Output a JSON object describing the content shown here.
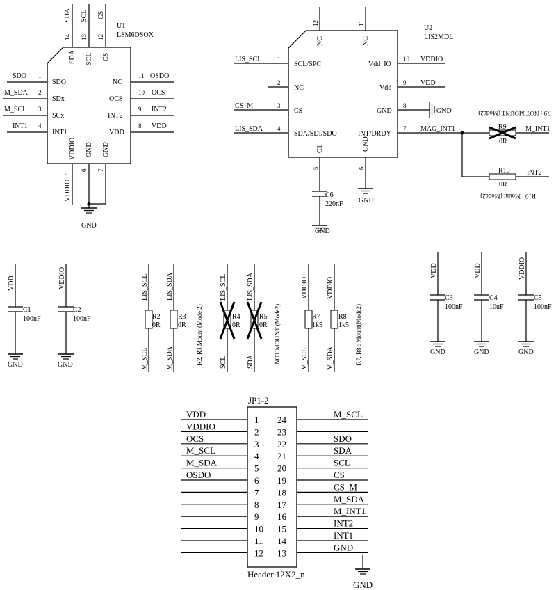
{
  "u1": {
    "ref": "U1",
    "part": "LSM6DSOX",
    "left": [
      {
        "num": "1",
        "pin": "SDO",
        "net": "SDO"
      },
      {
        "num": "2",
        "pin": "SDx",
        "net": "M_SDA"
      },
      {
        "num": "3",
        "pin": "SCx",
        "net": "M_SCL"
      },
      {
        "num": "4",
        "pin": "INT1",
        "net": "INT1"
      }
    ],
    "right": [
      {
        "num": "11",
        "pin": "NC",
        "net": "OSDO"
      },
      {
        "num": "10",
        "pin": "OCS",
        "net": "OCS"
      },
      {
        "num": "9",
        "pin": "INT2",
        "net": "INT2"
      },
      {
        "num": "8",
        "pin": "VDD",
        "net": "VDD"
      }
    ],
    "top": [
      {
        "num": "14",
        "pin": "SDA",
        "net": "SDA"
      },
      {
        "num": "13",
        "pin": "SCL",
        "net": "SCL"
      },
      {
        "num": "12",
        "pin": "CS",
        "net": "CS"
      }
    ],
    "bottom": [
      {
        "num": "5",
        "pin": "VDDIO",
        "net": "VDDIO"
      },
      {
        "num": "6",
        "pin": "GND"
      },
      {
        "num": "7",
        "pin": "GND"
      }
    ],
    "gnd": "GND"
  },
  "u2": {
    "ref": "U2",
    "part": "LIS2MDL",
    "left": [
      {
        "num": "1",
        "pin": "SCL/SPC",
        "net": "LIS_SCL"
      },
      {
        "num": "2",
        "pin": "NC",
        "net": ""
      },
      {
        "num": "3",
        "pin": "CS",
        "net": "CS_M"
      },
      {
        "num": "4",
        "pin": "SDA/SDI/SDO",
        "net": "LIS_SDA"
      }
    ],
    "right": [
      {
        "num": "10",
        "pin": "Vdd_IO",
        "net": "VDDIO"
      },
      {
        "num": "9",
        "pin": "Vdd",
        "net": "VDD"
      },
      {
        "num": "8",
        "pin": "GND",
        "net": "GND"
      },
      {
        "num": "7",
        "pin": "INT/DRDY",
        "net": "MAG_INT1"
      }
    ],
    "top": [
      {
        "num": "12",
        "pin": "NC"
      },
      {
        "num": "11",
        "pin": "NC"
      }
    ],
    "bottom": [
      {
        "num": "5",
        "pin": "C1"
      },
      {
        "num": "6",
        "pin": "GND"
      }
    ],
    "c6": {
      "ref": "C6",
      "value": "220nF"
    },
    "gnd": "GND",
    "r9": {
      "ref": "R9",
      "value": "0R",
      "net": "M_INT1",
      "note": "R9 : NOT MOUNT (Mode2)"
    },
    "r10": {
      "ref": "R10",
      "value": "0R",
      "net": "INT2",
      "note": "R10 : Mount (Mode2)"
    }
  },
  "caps_left": [
    {
      "ref": "C1",
      "value": "100nF",
      "net": "VDD",
      "gnd": "GND"
    },
    {
      "ref": "C2",
      "value": "100nF",
      "net": "VDDIO",
      "gnd": "GND"
    }
  ],
  "caps_right": [
    {
      "ref": "C3",
      "value": "100nF",
      "net": "VDD",
      "gnd": "GND"
    },
    {
      "ref": "C4",
      "value": "10uF",
      "net": "VDD",
      "gnd": "GND"
    },
    {
      "ref": "C5",
      "value": "100nF",
      "net": "VDDIO",
      "gnd": "GND"
    }
  ],
  "resistors": [
    {
      "ref": "R2",
      "value": "0R",
      "top": "LIS_SCL",
      "bottom": "M_SCL",
      "dnp": false
    },
    {
      "ref": "R3",
      "value": "0R",
      "top": "LIS_SDA",
      "bottom": "M_SDA",
      "dnp": false
    },
    {
      "ref": "R4",
      "value": "0R",
      "top": "LIS_SCL",
      "bottom": "SCL",
      "dnp": true
    },
    {
      "ref": "R5",
      "value": "0R",
      "top": "LIS_SDA",
      "bottom": "SDA",
      "dnp": true
    },
    {
      "ref": "R7",
      "value": "1k5",
      "top": "VDDIO",
      "bottom": "M_SCL",
      "dnp": false
    },
    {
      "ref": "R8",
      "value": "1k5",
      "top": "VDDIO",
      "bottom": "M_SDA",
      "dnp": false
    }
  ],
  "resistor_notes": {
    "r2r3": "R2, R3 Mount (Mode 2)",
    "r4r5": "NOT MOUNT (Mode2)",
    "r7r8": "R7, R8 : Mount(Mode2)"
  },
  "header": {
    "ref": "JP1-2",
    "part": "Header 12X2_n",
    "left_pins": [
      "1",
      "2",
      "3",
      "4",
      "5",
      "6",
      "7",
      "8",
      "9",
      "10",
      "11",
      "12"
    ],
    "right_pins": [
      "24",
      "23",
      "22",
      "21",
      "20",
      "19",
      "18",
      "17",
      "16",
      "15",
      "14",
      "13"
    ],
    "left_nets": [
      "VDD",
      "VDDIO",
      "OCS",
      "M_SCL",
      "M_SDA",
      "OSDO",
      "",
      "",
      "",
      "",
      "",
      ""
    ],
    "right_nets": [
      "M_SCL",
      "",
      "SDO",
      "SDA",
      "SCL",
      "CS",
      "CS_M",
      "M_SDA",
      "M_INT1",
      "INT2",
      "INT1",
      "GND"
    ],
    "gnd": "GND"
  }
}
